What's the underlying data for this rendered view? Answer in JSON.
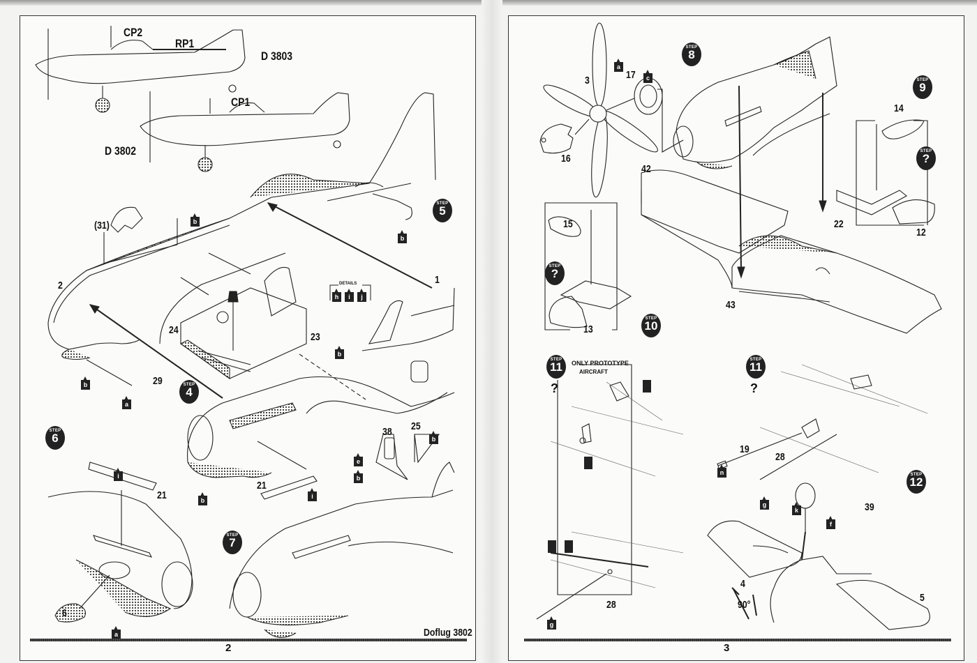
{
  "document": {
    "type": "model kit assembly instructions",
    "kit_name": "Doflug 3802",
    "pages": [
      {
        "page_number": "2",
        "footer_title": "Doflug 3802",
        "profiles": [
          {
            "designation": "D 3803",
            "labels": [
              "CP2",
              "RP1"
            ]
          },
          {
            "designation": "D 3802",
            "labels": [
              "CP1"
            ]
          }
        ],
        "steps": [
          {
            "step_label": "STEP",
            "number": "4",
            "parts": [
              "24",
              "23",
              "29",
              "2"
            ],
            "paint_codes": [
              "b",
              "a"
            ]
          },
          {
            "step_label": "STEP",
            "number": "5",
            "parts": [
              "1",
              "2",
              "(31)"
            ],
            "paint_codes": [
              "b",
              "b"
            ]
          },
          {
            "step_label": "STEP",
            "number": "6",
            "parts": [
              "21",
              "6"
            ],
            "paint_codes": [
              "i",
              "a"
            ]
          },
          {
            "step_label": "STEP",
            "number": "7",
            "parts": [
              "21",
              "38",
              "25"
            ],
            "paint_codes": [
              "i",
              "b",
              "e",
              "b",
              "b"
            ]
          }
        ],
        "details_box": {
          "label": "DETAILS",
          "codes": [
            "h",
            "i",
            "j"
          ]
        }
      },
      {
        "page_number": "3",
        "steps": [
          {
            "step_label": "STEP",
            "number": "8",
            "parts": [
              "3",
              "17",
              "16",
              "42",
              "43",
              "22"
            ],
            "paint_codes": [
              "a",
              "c"
            ]
          },
          {
            "step_label": "STEP",
            "number": "9",
            "parts": [
              "14",
              "12"
            ]
          },
          {
            "step_label": "STEP",
            "number": "?",
            "parts": [
              "12"
            ]
          },
          {
            "step_label": "STEP",
            "number": "?",
            "parts": [
              "15",
              "13"
            ]
          },
          {
            "step_label": "STEP",
            "number": "10",
            "parts": [
              "15",
              "13"
            ]
          },
          {
            "step_label": "STEP",
            "number": "11",
            "note": "ONLY PROTOTYPE AIRCRAFT",
            "question": "?",
            "parts": [
              "28"
            ],
            "paint_codes": [
              "g"
            ]
          },
          {
            "step_label": "STEP",
            "number": "11",
            "question": "?",
            "parts": [
              "19",
              "28"
            ],
            "paint_codes": [
              "n",
              "g"
            ]
          },
          {
            "step_label": "STEP",
            "number": "12",
            "parts": [
              "39",
              "4",
              "5"
            ],
            "paint_codes": [
              "k",
              "f"
            ],
            "angle": "90°"
          }
        ]
      }
    ]
  },
  "labels": {
    "cp2": "CP2",
    "rp1": "RP1",
    "d3803": "D 3803",
    "cp1": "CP1",
    "d3802": "D 3802",
    "p31": "(31)",
    "p2": "2",
    "p1": "1",
    "p24": "24",
    "p23": "23",
    "p29": "29",
    "p21a": "21",
    "p21b": "21",
    "p6": "6",
    "p38": "38",
    "p25": "25",
    "p3": "3",
    "p17": "17",
    "p16": "16",
    "p42": "42",
    "p43": "43",
    "p22": "22",
    "p14": "14",
    "p12": "12",
    "p15": "15",
    "p13": "13",
    "p19": "19",
    "p28a": "28",
    "p28b": "28",
    "p39": "39",
    "p4": "4",
    "p5": "5",
    "angle": "90°",
    "details": "DETAILS",
    "only_proto": "ONLY PROTOTYPE",
    "aircraft": "AIRCRAFT",
    "question": "?",
    "step": "STEP",
    "footer": "Doflug 3802",
    "page2": "2",
    "page3": "3"
  },
  "steps": {
    "s4": "4",
    "s5": "5",
    "s6": "6",
    "s7": "7",
    "s8": "8",
    "s9": "9",
    "sq1": "?",
    "sq2": "?",
    "s10": "10",
    "s11a": "11",
    "s11b": "11",
    "s12": "12"
  },
  "paint": {
    "b1": "b",
    "b2": "b",
    "b3": "b",
    "b4": "b",
    "a1": "a",
    "h": "h",
    "i": "i",
    "j": "j",
    "i2": "i",
    "i3": "i",
    "b5": "b",
    "a2": "a",
    "e": "e",
    "b6": "b",
    "b7": "b",
    "a3": "a",
    "c": "c",
    "n": "n",
    "g1": "g",
    "g2": "g",
    "k": "k",
    "f": "f"
  }
}
